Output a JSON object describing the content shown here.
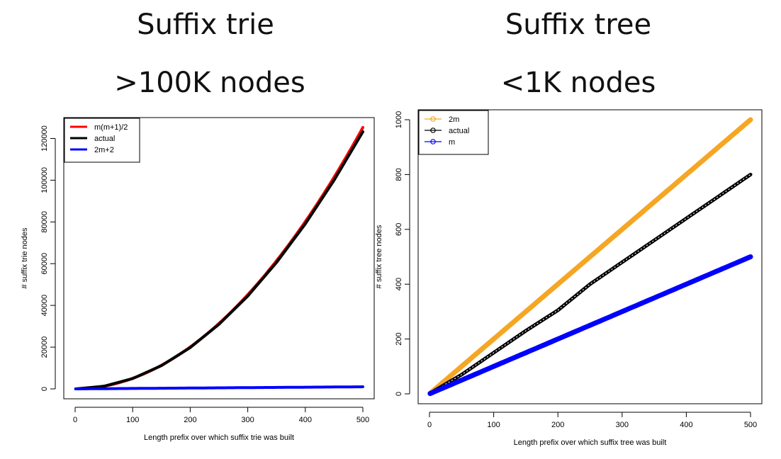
{
  "panels": [
    {
      "heading": "Suffix trie",
      "subheading": ">100K nodes"
    },
    {
      "heading": "Suffix tree",
      "subheading": "<1K nodes"
    }
  ],
  "chart_data": [
    {
      "type": "line",
      "xlabel": "Length prefix over which suffix trie was built",
      "ylabel": "# suffix trie nodes",
      "xlim": [
        0,
        500
      ],
      "ylim": [
        0,
        125250
      ],
      "xticks": [
        0,
        100,
        200,
        300,
        400,
        500
      ],
      "yticks": [
        0,
        20000,
        40000,
        60000,
        80000,
        100000,
        120000
      ],
      "grid": false,
      "legend": "top-left",
      "series": [
        {
          "name": "m(m+1)/2",
          "color": "#ff0000",
          "formula": "m(m+1)/2",
          "x": [
            1,
            50,
            100,
            150,
            200,
            250,
            300,
            350,
            400,
            450,
            500
          ],
          "values": [
            1,
            1275,
            5050,
            11325,
            20100,
            31375,
            45150,
            61425,
            80200,
            101475,
            125250
          ]
        },
        {
          "name": "actual",
          "color": "#000000",
          "x": [
            1,
            50,
            100,
            150,
            200,
            250,
            300,
            350,
            400,
            450,
            500
          ],
          "values": [
            1,
            1240,
            4960,
            11150,
            19800,
            30950,
            44500,
            60600,
            79100,
            100000,
            123200
          ]
        },
        {
          "name": "2m+2",
          "color": "#0000ff",
          "formula": "2m+2",
          "x": [
            1,
            100,
            200,
            300,
            400,
            500
          ],
          "values": [
            4,
            202,
            402,
            602,
            802,
            1002
          ]
        }
      ]
    },
    {
      "type": "scatter",
      "xlabel": "Length prefix over which suffix tree was built",
      "ylabel": "# suffix tree nodes",
      "xlim": [
        0,
        500
      ],
      "ylim": [
        0,
        1000
      ],
      "xticks": [
        0,
        100,
        200,
        300,
        400,
        500
      ],
      "yticks": [
        0,
        200,
        400,
        600,
        800,
        1000
      ],
      "grid": false,
      "legend": "top-left",
      "series": [
        {
          "name": "2m",
          "color": "#f5a623",
          "formula": "2m",
          "x": [
            1,
            500
          ],
          "values": [
            2,
            1000
          ]
        },
        {
          "name": "actual",
          "color": "#000000",
          "x": [
            1,
            50,
            100,
            150,
            200,
            250,
            300,
            350,
            400,
            450,
            500
          ],
          "values": [
            2,
            70,
            150,
            230,
            305,
            400,
            480,
            560,
            640,
            720,
            800
          ]
        },
        {
          "name": "m",
          "color": "#0000ff",
          "formula": "m",
          "x": [
            1,
            500
          ],
          "values": [
            1,
            500
          ]
        }
      ]
    }
  ]
}
